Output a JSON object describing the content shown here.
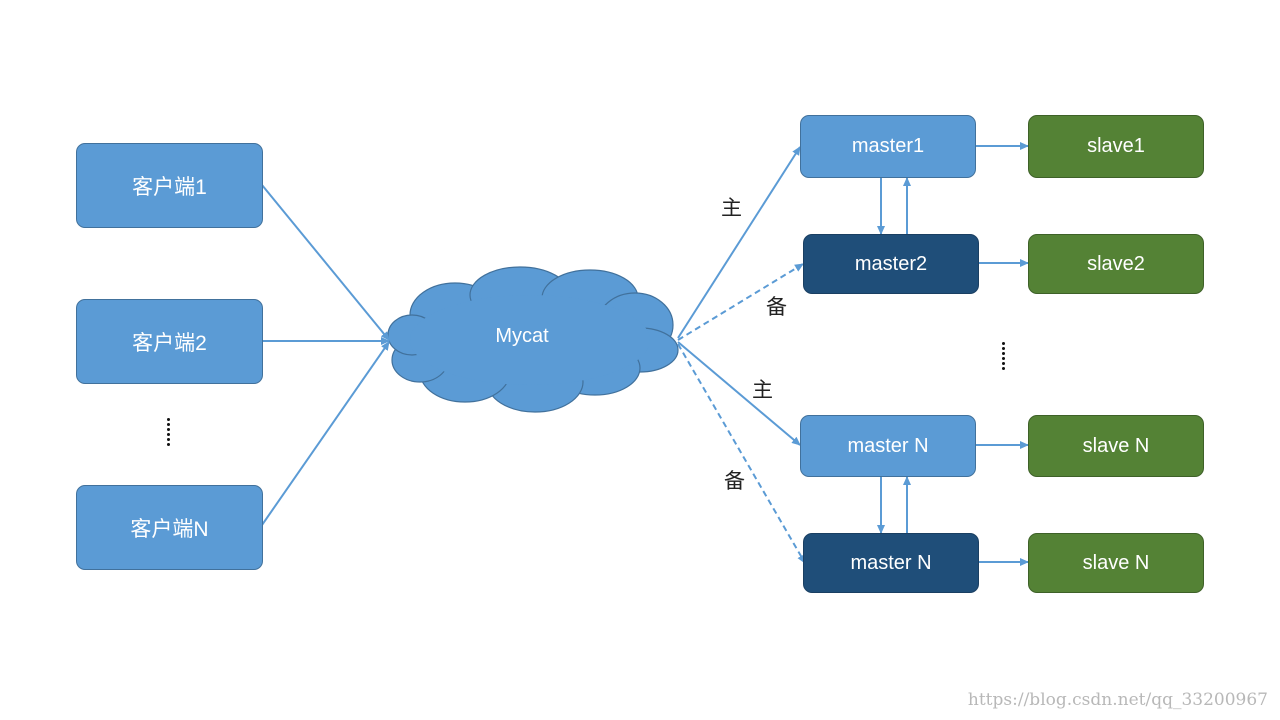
{
  "clients": [
    {
      "label": "客户端1"
    },
    {
      "label": "客户端2"
    },
    {
      "label": "客户端N"
    }
  ],
  "proxy": {
    "label": "Mycat"
  },
  "masters": [
    {
      "label": "master1"
    },
    {
      "label": "master2"
    },
    {
      "label": "master N"
    },
    {
      "label": "master N"
    }
  ],
  "slaves": [
    {
      "label": "slave1"
    },
    {
      "label": "slave2"
    },
    {
      "label": "slave N"
    },
    {
      "label": "slave N"
    }
  ],
  "edge_labels": {
    "primary_top": "主",
    "backup_top": "备",
    "primary_bottom": "主",
    "backup_bottom": "备"
  },
  "colors": {
    "client": "#5b9bd5",
    "master_primary": "#5b9bd5",
    "master_backup": "#1f4e79",
    "slave": "#548235",
    "cloud": "#5b9bd5",
    "connector": "#5b9bd5"
  },
  "watermark": "https://blog.csdn.net/qq_33200967"
}
